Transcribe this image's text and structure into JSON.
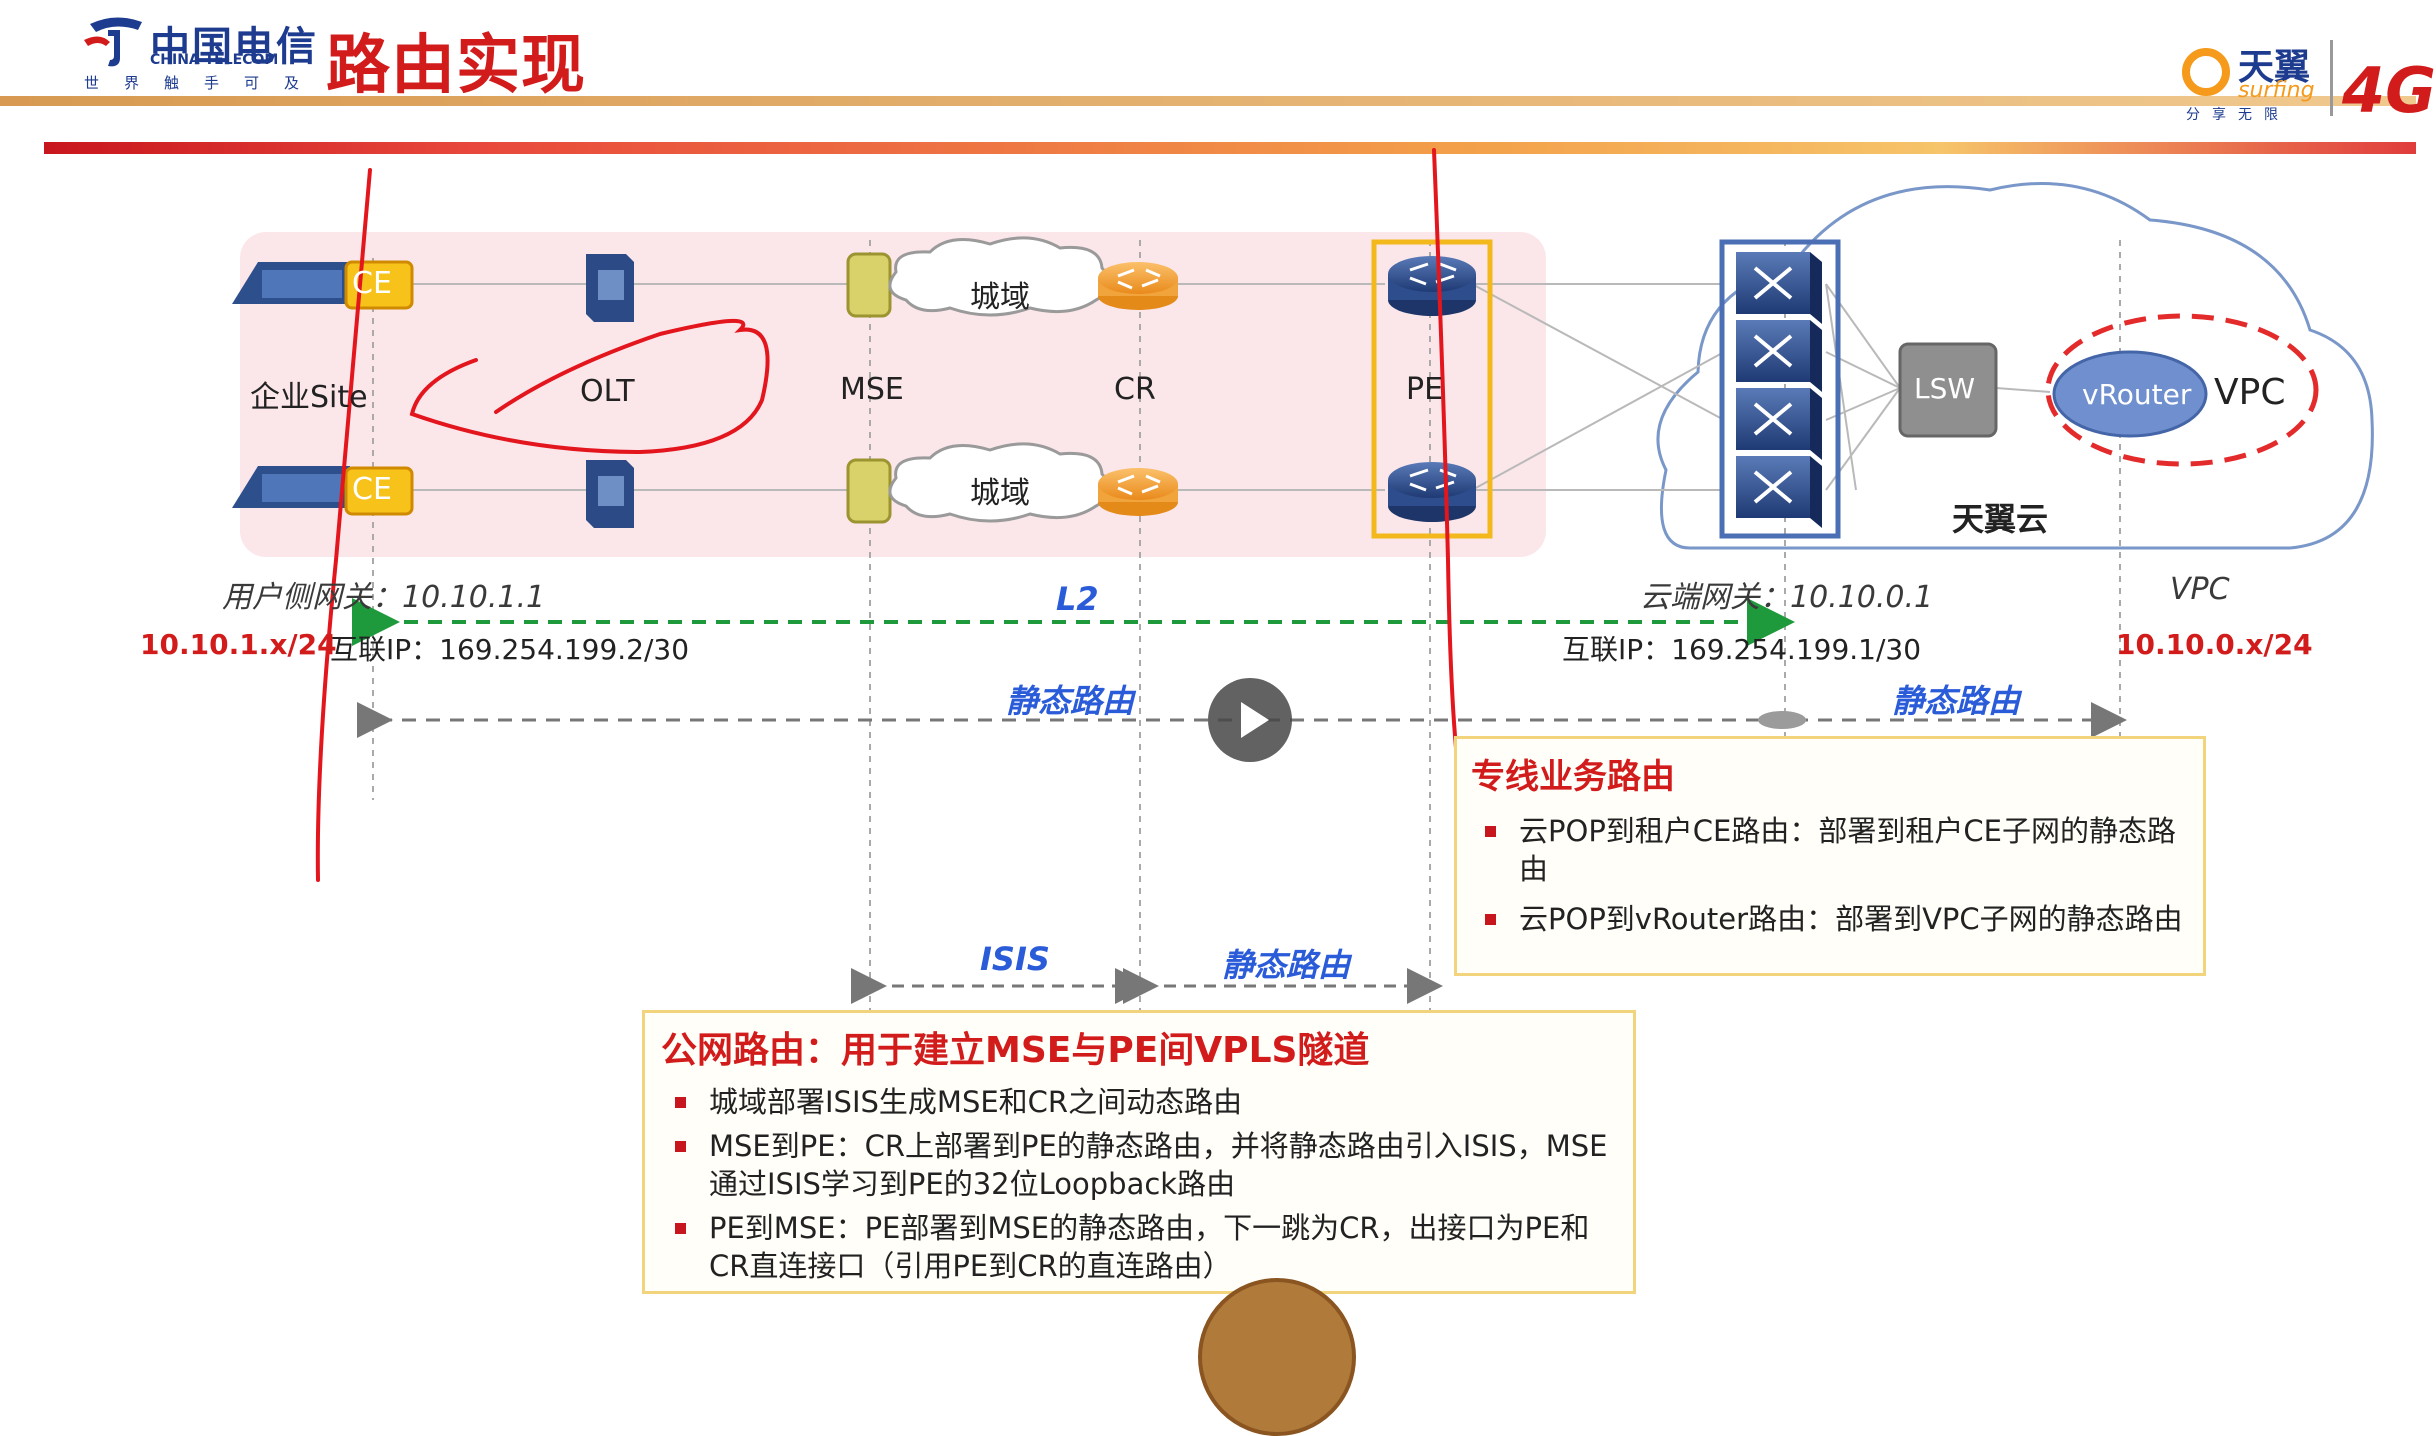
{
  "header": {
    "logo_chinese": "中国电信",
    "logo_english": "CHINA TELECOM",
    "logo_sub": "世界触手可及",
    "title": "路由实现",
    "brand_name": "天翼",
    "brand_surfing": "surfing",
    "brand_sub": "分享无限",
    "brand_4g": "4G"
  },
  "diagram": {
    "ce_top": "CE",
    "ce_bottom": "CE",
    "enterprise_site": "企业Site",
    "olt": "OLT",
    "mse": "MSE",
    "cr": "CR",
    "pe": "PE",
    "metro_top": "城域",
    "metro_bottom": "城域",
    "lsw": "LSW",
    "vrouter": "vRouter",
    "vpc": "VPC",
    "tianyi_cloud": "天翼云",
    "user_gateway": "用户侧网关：10.10.1.1",
    "cloud_gateway": "云端网关：10.10.0.1",
    "vpc_label": "VPC",
    "l2": "L2",
    "user_subnet": "10.10.1.x/24",
    "user_interconnect_ip": "互联IP：169.254.199.2/30",
    "cloud_interconnect_ip": "互联IP：169.254.199.1/30",
    "vpc_subnet": "10.10.0.x/24",
    "static_route_left": "静态路由",
    "static_route_right": "静态路由",
    "isis": "ISIS",
    "static_route_bottom": "静态路由"
  },
  "dedicated_box": {
    "title": "专线业务路由",
    "items": [
      "云POP到租户CE路由：部署到租户CE子网的静态路由",
      "云POP到vRouter路由：部署到VPC子网的静态路由"
    ]
  },
  "public_box": {
    "title": "公网路由：用于建立MSE与PE间VPLS隧道",
    "items": [
      "城域部署ISIS生成MSE和CR之间动态路由",
      "MSE到PE：CR上部署到PE的静态路由，并将静态路由引入ISIS，MSE通过ISIS学习到PE的32位Loopback路由",
      "PE到MSE：PE部署到MSE的静态路由，下一跳为CR，出接口为PE和CR直连接口（引用PE到CR的直连路由）"
    ]
  },
  "colors": {
    "accent_red": "#d21c1c",
    "brand_blue": "#1d3b8f",
    "l2_green": "#1e9a3c",
    "route_blue": "#2a5bd8",
    "box_border": "#f2d47c"
  }
}
